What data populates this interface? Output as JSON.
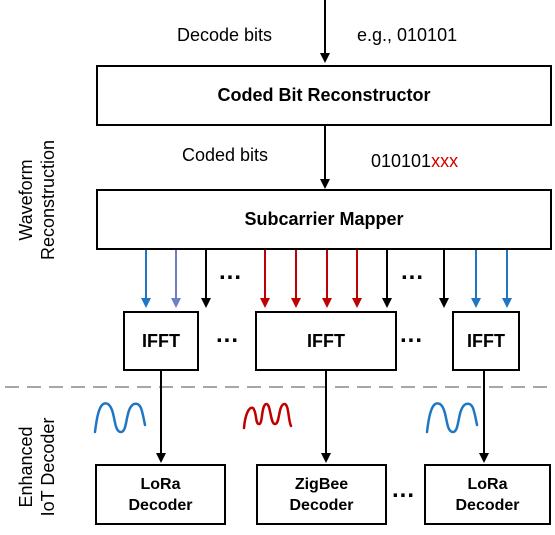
{
  "top": {
    "decode_bits_label": "Decode bits",
    "example_label": "e.g., 010101"
  },
  "reconstructor": {
    "label": "Coded Bit Reconstructor"
  },
  "middle": {
    "coded_bits_label": "Coded bits",
    "bits_plain": "010101",
    "bits_suffix": "xxx"
  },
  "mapper": {
    "label": "Subcarrier Mapper"
  },
  "ellipsis": "...",
  "ifft": {
    "left": "IFFT",
    "center": "IFFT",
    "right": "IFFT"
  },
  "side_labels": {
    "waveform_line1": "Waveform",
    "waveform_line2": "Reconstruction",
    "iot_line1": "Enhanced",
    "iot_line2": "IoT Decoder"
  },
  "decoders": [
    {
      "line1": "LoRa",
      "line2": "Decoder"
    },
    {
      "line1": "ZigBee",
      "line2": "Decoder"
    },
    {
      "line1": "LoRa",
      "line2": "Decoder"
    }
  ],
  "colors": {
    "blue": "#1f77c4",
    "purple_blue": "#6a7fc8",
    "red": "#c00000",
    "black": "#000000",
    "divider": "#a6a6a6"
  }
}
